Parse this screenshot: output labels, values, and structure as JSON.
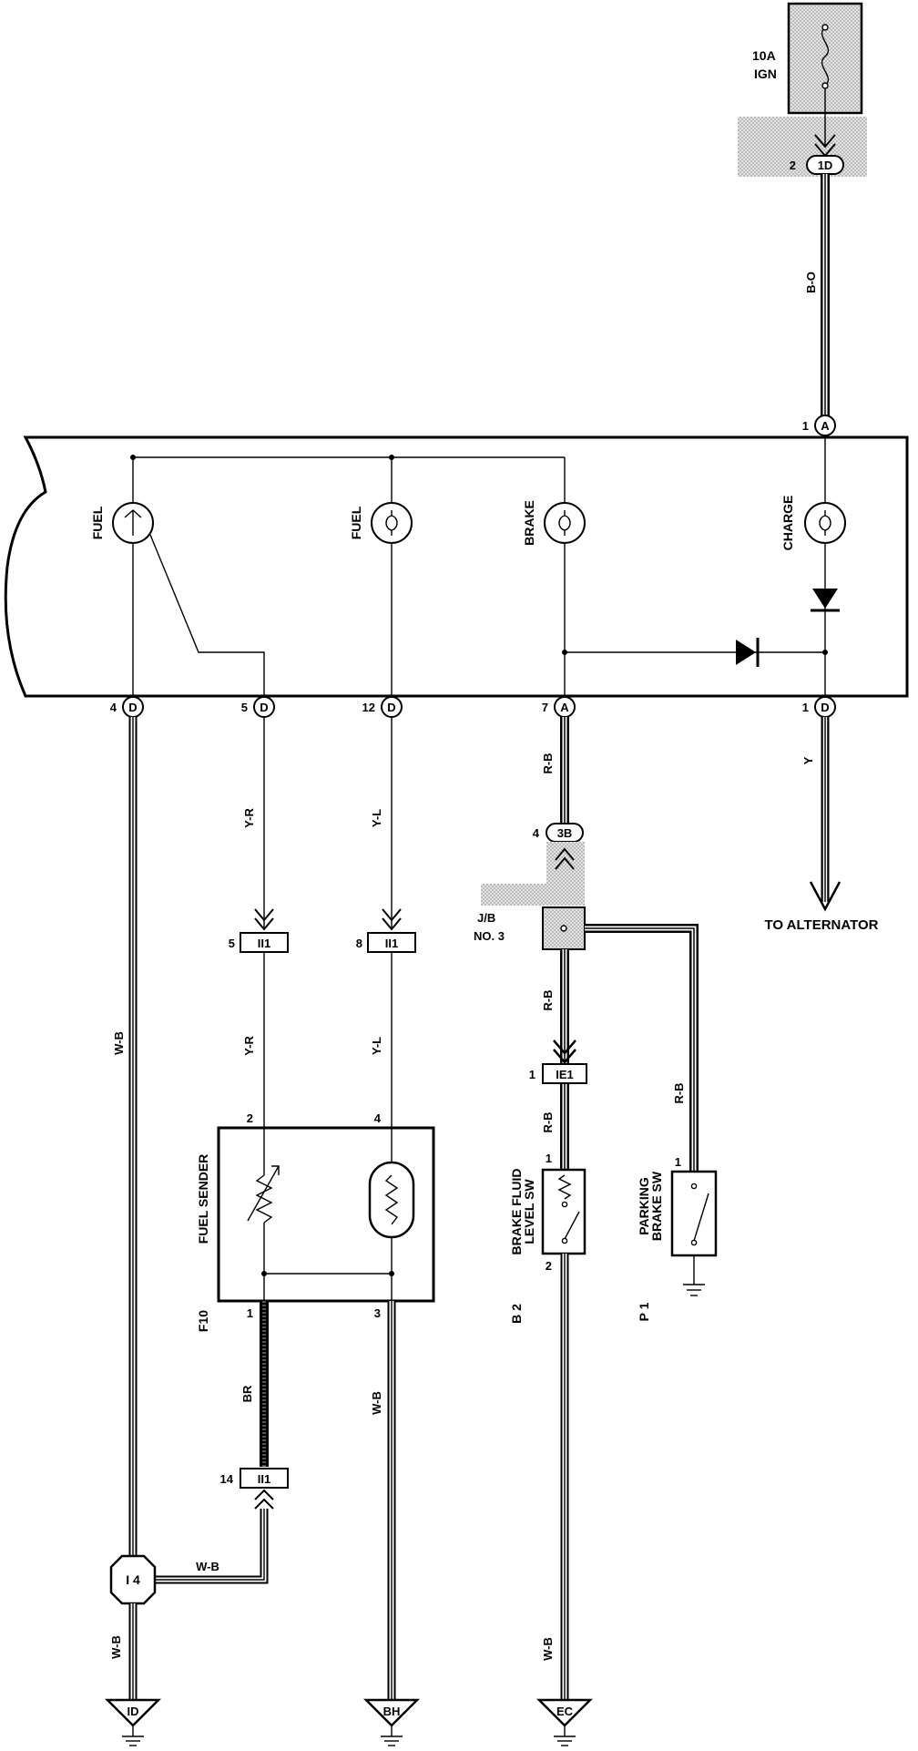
{
  "fuse": {
    "rating": "10A",
    "name": "IGN",
    "connector": "1D",
    "pin": "2"
  },
  "wires": {
    "b_o": "B-O",
    "w_b": "W-B",
    "y_r": "Y-R",
    "y_l": "Y-L",
    "r_b": "R-B",
    "y": "Y",
    "br": "BR"
  },
  "meter": {
    "gauges": {
      "fuel_gauge": "FUEL",
      "fuel_light": "FUEL",
      "brake": "BRAKE",
      "charge": "CHARGE"
    },
    "top_pin": {
      "num": "1",
      "conn": "A"
    },
    "bottom_pins": [
      {
        "num": "4",
        "conn": "D"
      },
      {
        "num": "5",
        "conn": "D"
      },
      {
        "num": "12",
        "conn": "D"
      },
      {
        "num": "7",
        "conn": "A"
      },
      {
        "num": "1",
        "conn": "D"
      }
    ]
  },
  "to_alternator": "TO ALTERNATOR",
  "junction_block": {
    "line1": "J/B",
    "line2": "NO. 3",
    "connector": "3B",
    "pin": "4"
  },
  "connectors": {
    "ii1_a": {
      "pin": "5",
      "label": "II1"
    },
    "ii1_b": {
      "pin": "8",
      "label": "II1"
    },
    "ii1_c": {
      "pin": "14",
      "label": "II1"
    },
    "ie1": {
      "pin": "1",
      "label": "IE1"
    }
  },
  "fuel_sender": {
    "label": "FUEL SENDER",
    "code": "F10",
    "pin_top_left": "2",
    "pin_top_right": "4",
    "pin_bottom_left": "1",
    "pin_bottom_right": "3"
  },
  "brake_fluid": {
    "code": "B 2",
    "line1": "BRAKE FLUID",
    "line2": "LEVEL SW",
    "pin_top": "1",
    "pin_bottom": "2"
  },
  "parking_brake": {
    "code": "P 1",
    "line1": "PARKING",
    "line2": "BRAKE SW",
    "pin_top": "1"
  },
  "junction_i4": "I 4",
  "grounds": {
    "id": "ID",
    "bh": "BH",
    "ec": "EC"
  }
}
